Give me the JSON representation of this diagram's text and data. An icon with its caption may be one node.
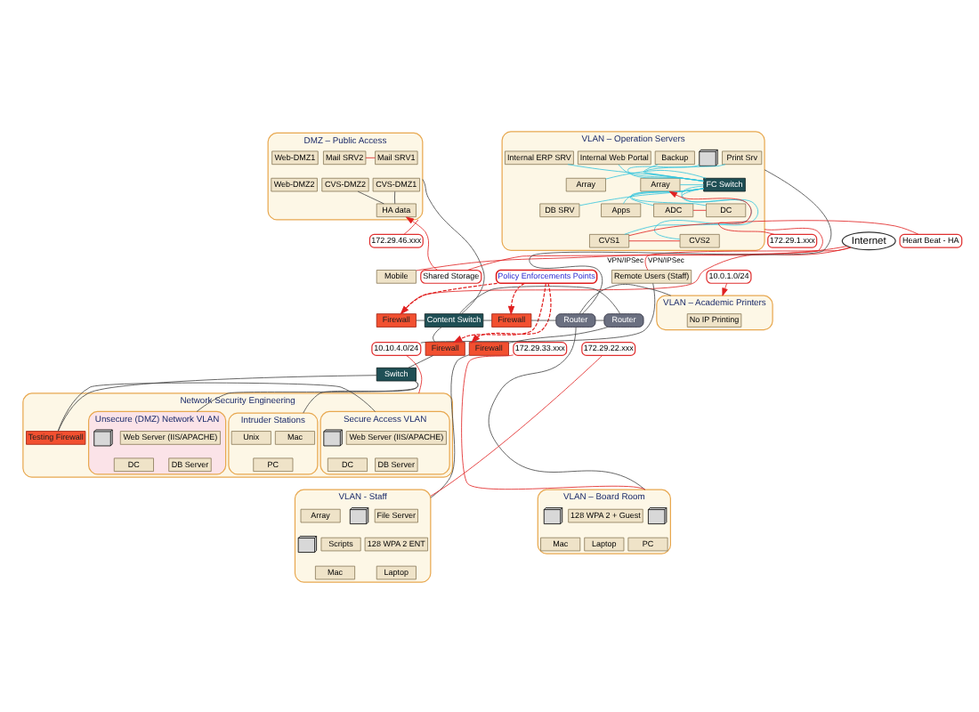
{
  "diagram": {
    "nodes": [
      {
        "text": [
          "DMZ – Public Access"
        ]
      },
      {
        "text": [
          "Mail SRV1"
        ],
        "in": 0
      },
      {
        "text": [
          "Mail SRV2"
        ],
        "in": 0
      },
      {
        "text": [
          "Web-DMZ1"
        ],
        "in": 0
      },
      {
        "text": [
          "CVS-DMZ1"
        ],
        "in": 0
      },
      {
        "text": [
          "CVS-DMZ2"
        ],
        "in": 0
      },
      {
        "text": [
          "Web-DMZ2"
        ],
        "in": 0
      },
      {
        "text": [
          "HA data"
        ],
        "in": 0
      },
      {
        "text": [
          "VLAN – Operation Servers"
        ]
      },
      {
        "text": [
          "Print Srv"
        ],
        "in": 8
      },
      {
        "text": [],
        "shape": "picture",
        "in": 8
      },
      {
        "text": [
          "Backup"
        ],
        "in": 8
      },
      {
        "text": [
          "Internal Web Portal"
        ],
        "in": 8
      },
      {
        "text": [
          "Internal ERP SRV"
        ],
        "in": 8
      },
      {
        "text": [
          "Array"
        ],
        "in": 8
      },
      {
        "text": [
          "FC Switch"
        ],
        "in": 8
      },
      {
        "text": [
          "Array"
        ],
        "in": 8
      },
      {
        "text": [
          "DB SRV"
        ],
        "in": 8
      },
      {
        "text": [
          "Apps"
        ],
        "in": 8
      },
      {
        "text": [
          "ADC"
        ],
        "in": 8
      },
      {
        "text": [
          "DC"
        ],
        "in": 8
      },
      {
        "text": [
          "CVS1"
        ],
        "in": 8
      },
      {
        "text": [
          "CVS2"
        ],
        "in": 8
      },
      {
        "text": [
          "172.29.46.xxx"
        ]
      },
      {
        "text": [
          "Shared Storage"
        ]
      },
      {
        "text": [
          "Internet"
        ]
      },
      {
        "text": [
          "Mobile"
        ]
      },
      {
        "text": [
          "Remote Users (Staff)"
        ]
      },
      {
        "text": [
          "Firewall"
        ]
      },
      {
        "text": [
          "Content Switch"
        ]
      },
      {
        "text": [
          "172.29.1.xxx"
        ]
      },
      {
        "text": [
          "Policy Enforcements Points"
        ]
      },
      {
        "text": [
          "Heart Beat - HA"
        ]
      },
      {
        "text": [
          "10.0.1.0/24"
        ]
      },
      {
        "text": [
          "Firewall"
        ]
      },
      {
        "text": [
          "Router"
        ]
      },
      {
        "text": [
          "Router"
        ]
      },
      {
        "text": [
          "Firewall"
        ]
      },
      {
        "text": [
          "Firewall"
        ]
      },
      {
        "text": [
          "VLAN – Academic Printers"
        ]
      },
      {
        "text": [
          "No IP Printing"
        ],
        "in": 39
      },
      {
        "text": [
          "10.10.4.0/24"
        ]
      },
      {
        "text": [
          "172.29.22.xxx"
        ]
      },
      {
        "text": [
          "172.29.33.xxx"
        ]
      },
      {
        "text": [
          "Switch"
        ]
      },
      {
        "text": [
          "Network Security Engineering"
        ]
      },
      {
        "text": [
          "Secure Access VLAN"
        ],
        "in": 45
      },
      {
        "text": [
          "Web Server (IIS/APACHE)"
        ],
        "in": 46
      },
      {
        "text": [],
        "shape": "picture",
        "in": 46
      },
      {
        "text": [
          "DB Server"
        ],
        "in": 46
      },
      {
        "text": [
          "DC"
        ],
        "in": 46
      },
      {
        "text": [
          "Testing Firewall"
        ],
        "in": 45
      },
      {
        "text": [
          "Intruder Stations"
        ],
        "in": 45
      },
      {
        "text": [
          "Mac"
        ],
        "in": 52
      },
      {
        "text": [
          "Unix"
        ],
        "in": 52
      },
      {
        "text": [
          "PC"
        ],
        "in": 52
      },
      {
        "text": [
          "Unsecure (DMZ) Network VLAN"
        ],
        "in": 45
      },
      {
        "text": [
          "Web Server (IIS/APACHE)"
        ],
        "in": 56
      },
      {
        "text": [],
        "shape": "picture",
        "in": 56
      },
      {
        "text": [
          "DB Server"
        ],
        "in": 56
      },
      {
        "text": [
          "DC"
        ],
        "in": 56
      },
      {
        "text": [
          "VLAN - Staff"
        ]
      },
      {
        "text": [
          "File Server"
        ],
        "in": 61
      },
      {
        "text": [],
        "shape": "picture",
        "in": 61
      },
      {
        "text": [
          "Array"
        ],
        "in": 61
      },
      {
        "text": [
          "128 WPA 2 ENT"
        ],
        "in": 61
      },
      {
        "text": [
          "Scripts"
        ],
        "in": 61
      },
      {
        "text": [],
        "shape": "picture",
        "in": 61
      },
      {
        "text": [
          "Laptop"
        ],
        "in": 61
      },
      {
        "text": [
          "Mac"
        ],
        "in": 61
      },
      {
        "text": [
          "VLAN – Board Room"
        ]
      },
      {
        "text": [],
        "shape": "picture",
        "in": 70
      },
      {
        "text": [
          "128 WPA 2 + Guest"
        ],
        "in": 70
      },
      {
        "text": [],
        "shape": "picture",
        "in": 70
      },
      {
        "text": [
          "PC"
        ],
        "in": 70
      },
      {
        "text": [
          "Laptop"
        ],
        "in": 70
      },
      {
        "text": [
          "Mac"
        ],
        "in": 70
      }
    ],
    "edges": [
      {
        "from": 1,
        "to": 2,
        "arrow": "none",
        "color": "#e02020"
      },
      {
        "from": 4,
        "to": 7,
        "arrow": "none"
      },
      {
        "from": 5,
        "to": 7,
        "arrow": "none"
      },
      {
        "from": 24,
        "to": 7,
        "arrow": "to",
        "color": "#e02020"
      },
      {
        "from": 23,
        "to": 0,
        "arrow": "none",
        "color": "#e02020"
      },
      {
        "from": 24,
        "to": 8,
        "arrow": "none",
        "color": "#e02020"
      },
      {
        "from": 30,
        "to": 14,
        "arrow": "to",
        "color": "#e02020"
      },
      {
        "from": 25,
        "to": 26,
        "arrow": "none",
        "label": "VPN/IPSec",
        "color": "#e02020"
      },
      {
        "from": 25,
        "to": 27,
        "arrow": "none",
        "label": "VPN/IPSec",
        "color": "#e02020"
      },
      {
        "from": 25,
        "to": 28,
        "arrow": "none",
        "color": "#e02020"
      },
      {
        "from": 31,
        "to": 28,
        "arrow": "to",
        "style": "dashed",
        "color": "#e02020"
      },
      {
        "from": 31,
        "to": 34,
        "arrow": "to",
        "style": "dashed",
        "color": "#e02020"
      },
      {
        "from": 31,
        "to": 37,
        "arrow": "to",
        "style": "dashed",
        "color": "#e02020"
      },
      {
        "from": 31,
        "to": 38,
        "arrow": "to",
        "style": "dashed",
        "color": "#e02020"
      },
      {
        "from": 28,
        "to": 29,
        "arrow": "none"
      },
      {
        "from": 0,
        "to": 29,
        "arrow": "none"
      },
      {
        "from": 29,
        "to": 34,
        "arrow": "none"
      },
      {
        "from": 34,
        "to": 36,
        "arrow": "none"
      },
      {
        "from": 36,
        "to": 8,
        "arrow": "none"
      },
      {
        "from": 32,
        "to": 21,
        "arrow": "none",
        "color": "#e02020"
      },
      {
        "from": 21,
        "to": 22,
        "arrow": "none",
        "color": "#e02020"
      },
      {
        "from": 19,
        "to": 20,
        "arrow": "none",
        "color": "#e02020"
      },
      {
        "from": 15,
        "to": 9,
        "arrow": "none",
        "color": "#33c4dd"
      },
      {
        "from": 15,
        "to": 10,
        "arrow": "none",
        "color": "#33c4dd"
      },
      {
        "from": 15,
        "to": 11,
        "arrow": "none",
        "color": "#33c4dd"
      },
      {
        "from": 15,
        "to": 12,
        "arrow": "none",
        "color": "#33c4dd"
      },
      {
        "from": 15,
        "to": 13,
        "arrow": "none",
        "color": "#33c4dd"
      },
      {
        "from": 15,
        "to": 14,
        "arrow": "none",
        "color": "#33c4dd"
      },
      {
        "from": 15,
        "to": 16,
        "arrow": "none",
        "color": "#33c4dd"
      },
      {
        "from": 15,
        "to": 17,
        "arrow": "none",
        "color": "#33c4dd"
      },
      {
        "from": 15,
        "to": 18,
        "arrow": "none",
        "color": "#33c4dd"
      },
      {
        "from": 15,
        "to": 19,
        "arrow": "none",
        "color": "#33c4dd"
      },
      {
        "from": 15,
        "to": 20,
        "arrow": "none",
        "color": "#33c4dd"
      },
      {
        "from": 15,
        "to": 21,
        "arrow": "none",
        "color": "#33c4dd"
      },
      {
        "from": 15,
        "to": 22,
        "arrow": "none",
        "color": "#33c4dd"
      },
      {
        "from": 29,
        "to": 35,
        "arrow": "none"
      },
      {
        "from": 35,
        "to": 36,
        "arrow": "none"
      },
      {
        "from": 35,
        "to": 38,
        "arrow": "none"
      },
      {
        "from": 36,
        "to": 39,
        "arrow": "none"
      },
      {
        "from": 36,
        "to": 70,
        "arrow": "none"
      },
      {
        "from": 33,
        "to": 39,
        "arrow": "to",
        "color": "#e02020"
      },
      {
        "from": 27,
        "to": 41,
        "arrow": "none"
      },
      {
        "from": 41,
        "to": 45,
        "arrow": "none",
        "color": "#e02020"
      },
      {
        "from": 42,
        "to": 61,
        "arrow": "none",
        "color": "#e02020"
      },
      {
        "from": 43,
        "to": 70,
        "arrow": "none",
        "color": "#e02020"
      },
      {
        "from": 29,
        "to": 37,
        "arrow": "none"
      },
      {
        "from": 37,
        "to": 44,
        "arrow": "none"
      },
      {
        "from": 44,
        "to": 51,
        "arrow": "none"
      },
      {
        "from": 44,
        "to": 52,
        "arrow": "none"
      },
      {
        "from": 44,
        "to": 56,
        "arrow": "none"
      },
      {
        "from": 51,
        "to": 46,
        "arrow": "none"
      },
      {
        "from": 38,
        "to": 61,
        "arrow": "none"
      }
    ]
  }
}
